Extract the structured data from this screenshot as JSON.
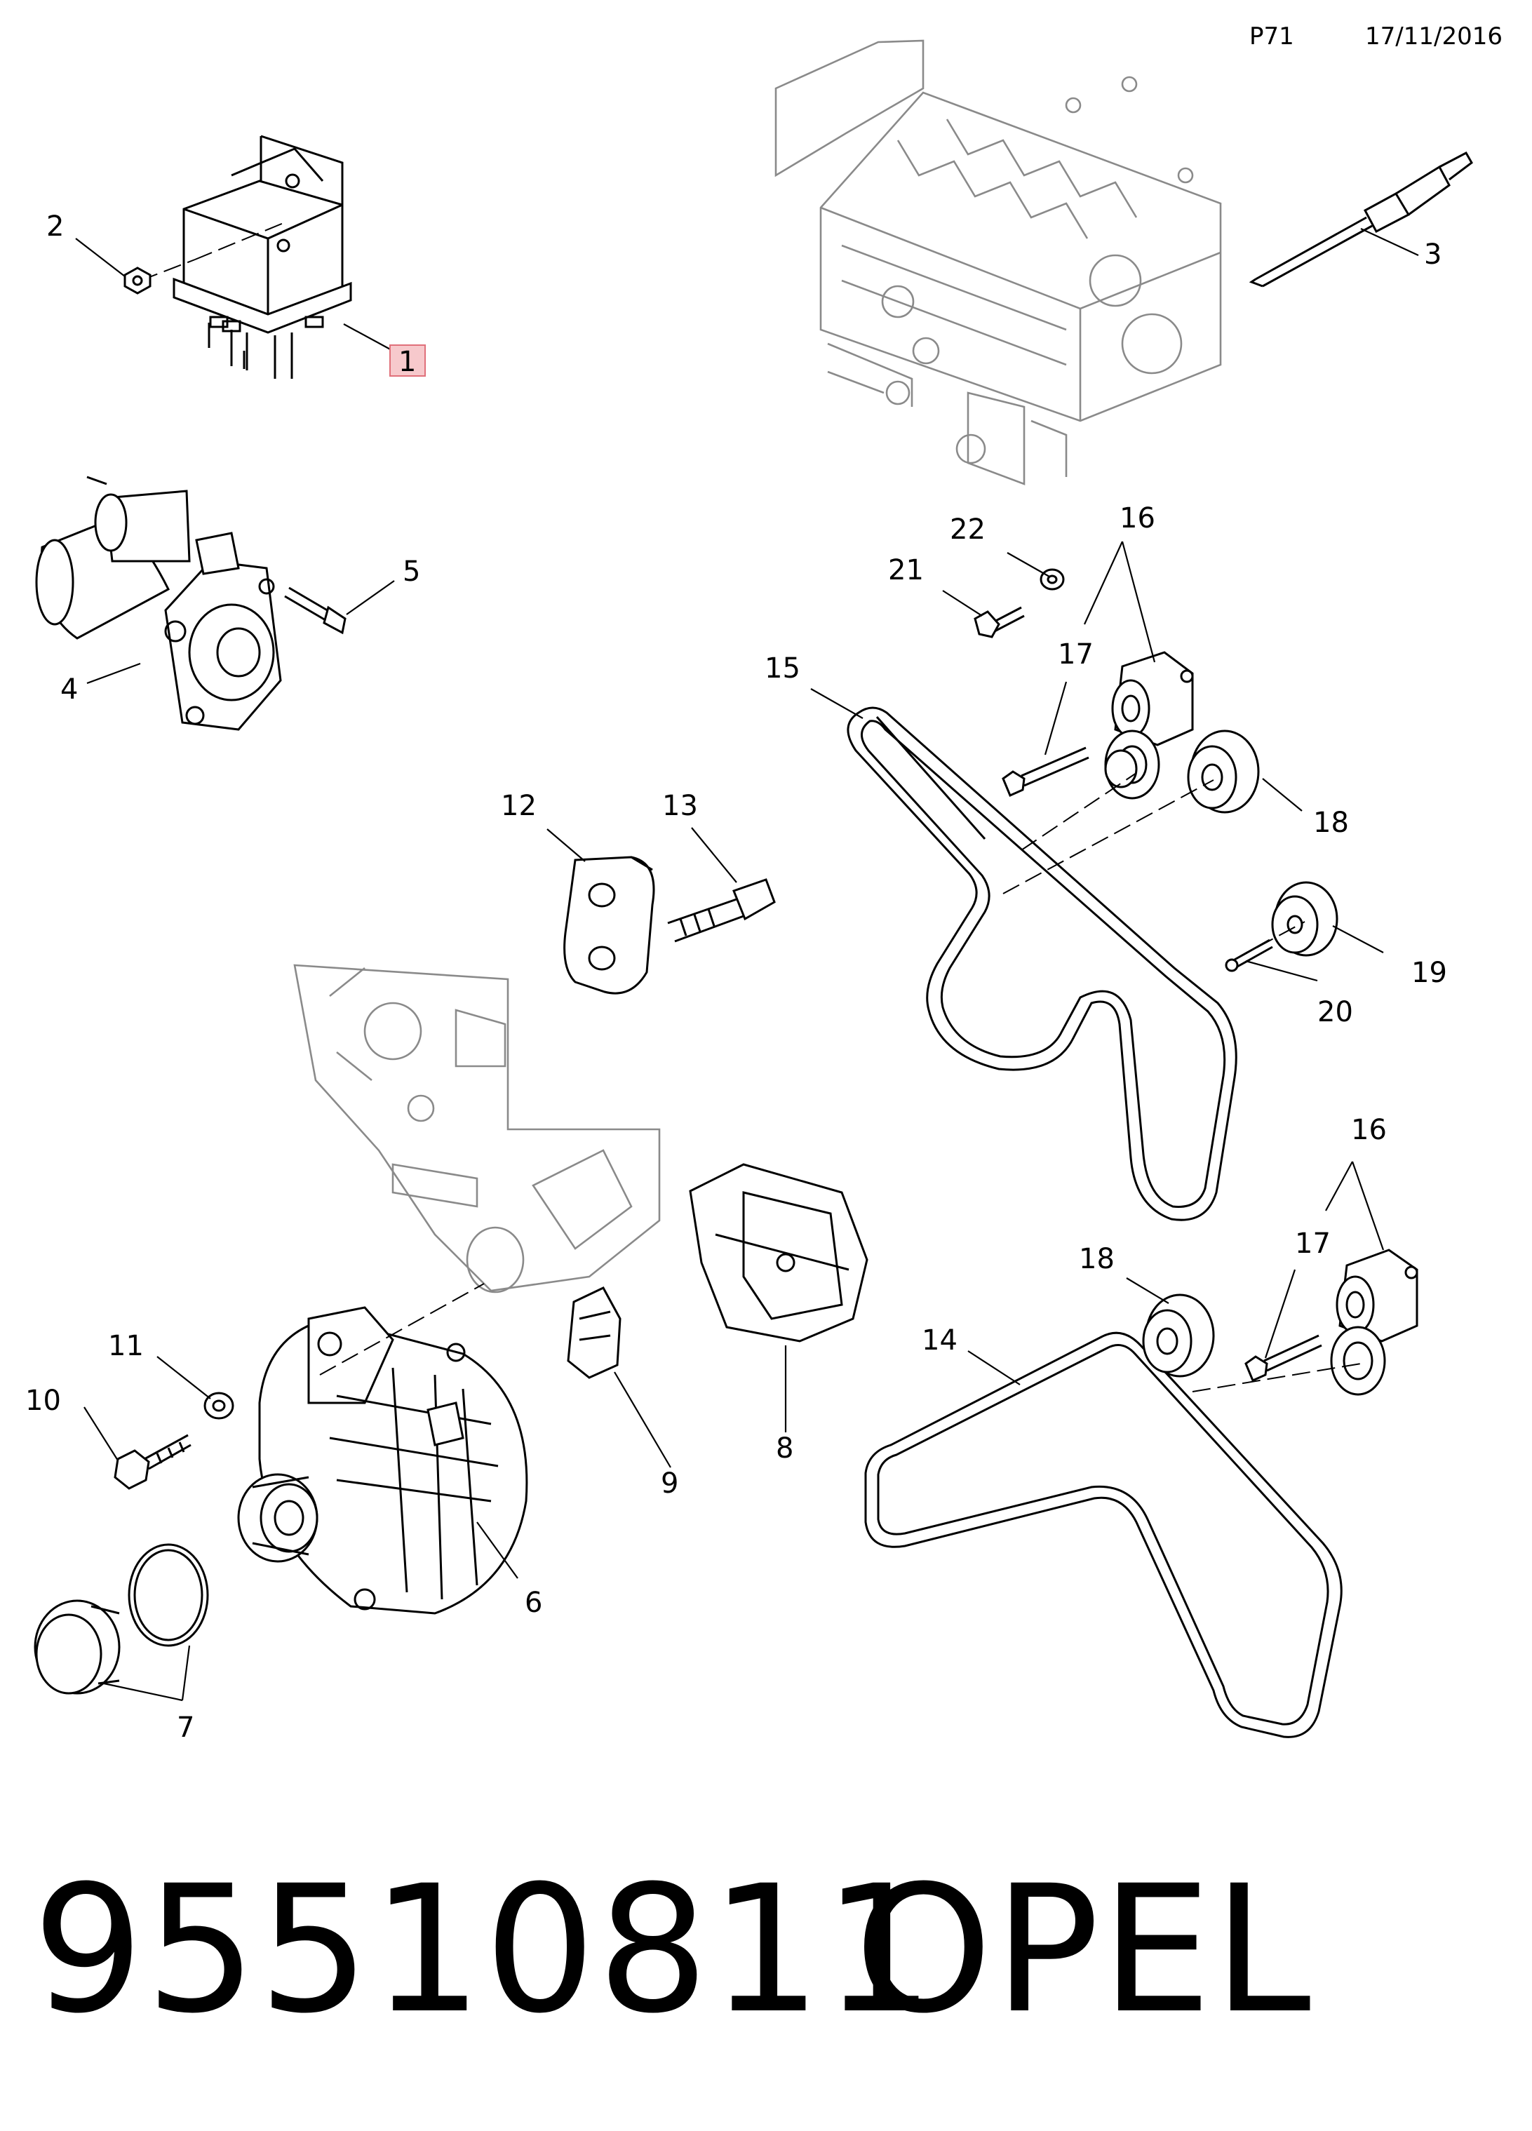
{
  "header": {
    "page_code": "P71",
    "date": "17/11/2016"
  },
  "callouts": [
    {
      "id": "c1",
      "label": "1",
      "highlight": true
    },
    {
      "id": "c2",
      "label": "2"
    },
    {
      "id": "c3",
      "label": "3"
    },
    {
      "id": "c4",
      "label": "4"
    },
    {
      "id": "c5",
      "label": "5"
    },
    {
      "id": "c6",
      "label": "6"
    },
    {
      "id": "c7a",
      "label": "7"
    },
    {
      "id": "c8",
      "label": "8"
    },
    {
      "id": "c9",
      "label": "9"
    },
    {
      "id": "c10",
      "label": "10"
    },
    {
      "id": "c11",
      "label": "11"
    },
    {
      "id": "c12",
      "label": "12"
    },
    {
      "id": "c13",
      "label": "13"
    },
    {
      "id": "c14",
      "label": "14"
    },
    {
      "id": "c15",
      "label": "15"
    },
    {
      "id": "c16a",
      "label": "16"
    },
    {
      "id": "c17a",
      "label": "17"
    },
    {
      "id": "c18a",
      "label": "18"
    },
    {
      "id": "c19",
      "label": "19"
    },
    {
      "id": "c20",
      "label": "20"
    },
    {
      "id": "c21",
      "label": "21"
    },
    {
      "id": "c22",
      "label": "22"
    },
    {
      "id": "c16b",
      "label": "16"
    },
    {
      "id": "c17b",
      "label": "17"
    },
    {
      "id": "c18b",
      "label": "18"
    }
  ],
  "footer": {
    "part_number": "95510811",
    "brand": "OPEL"
  },
  "colors": {
    "highlight_fill": "#f7c9cc",
    "highlight_border": "#e0707a",
    "part_gray": "#8a8a8a"
  }
}
